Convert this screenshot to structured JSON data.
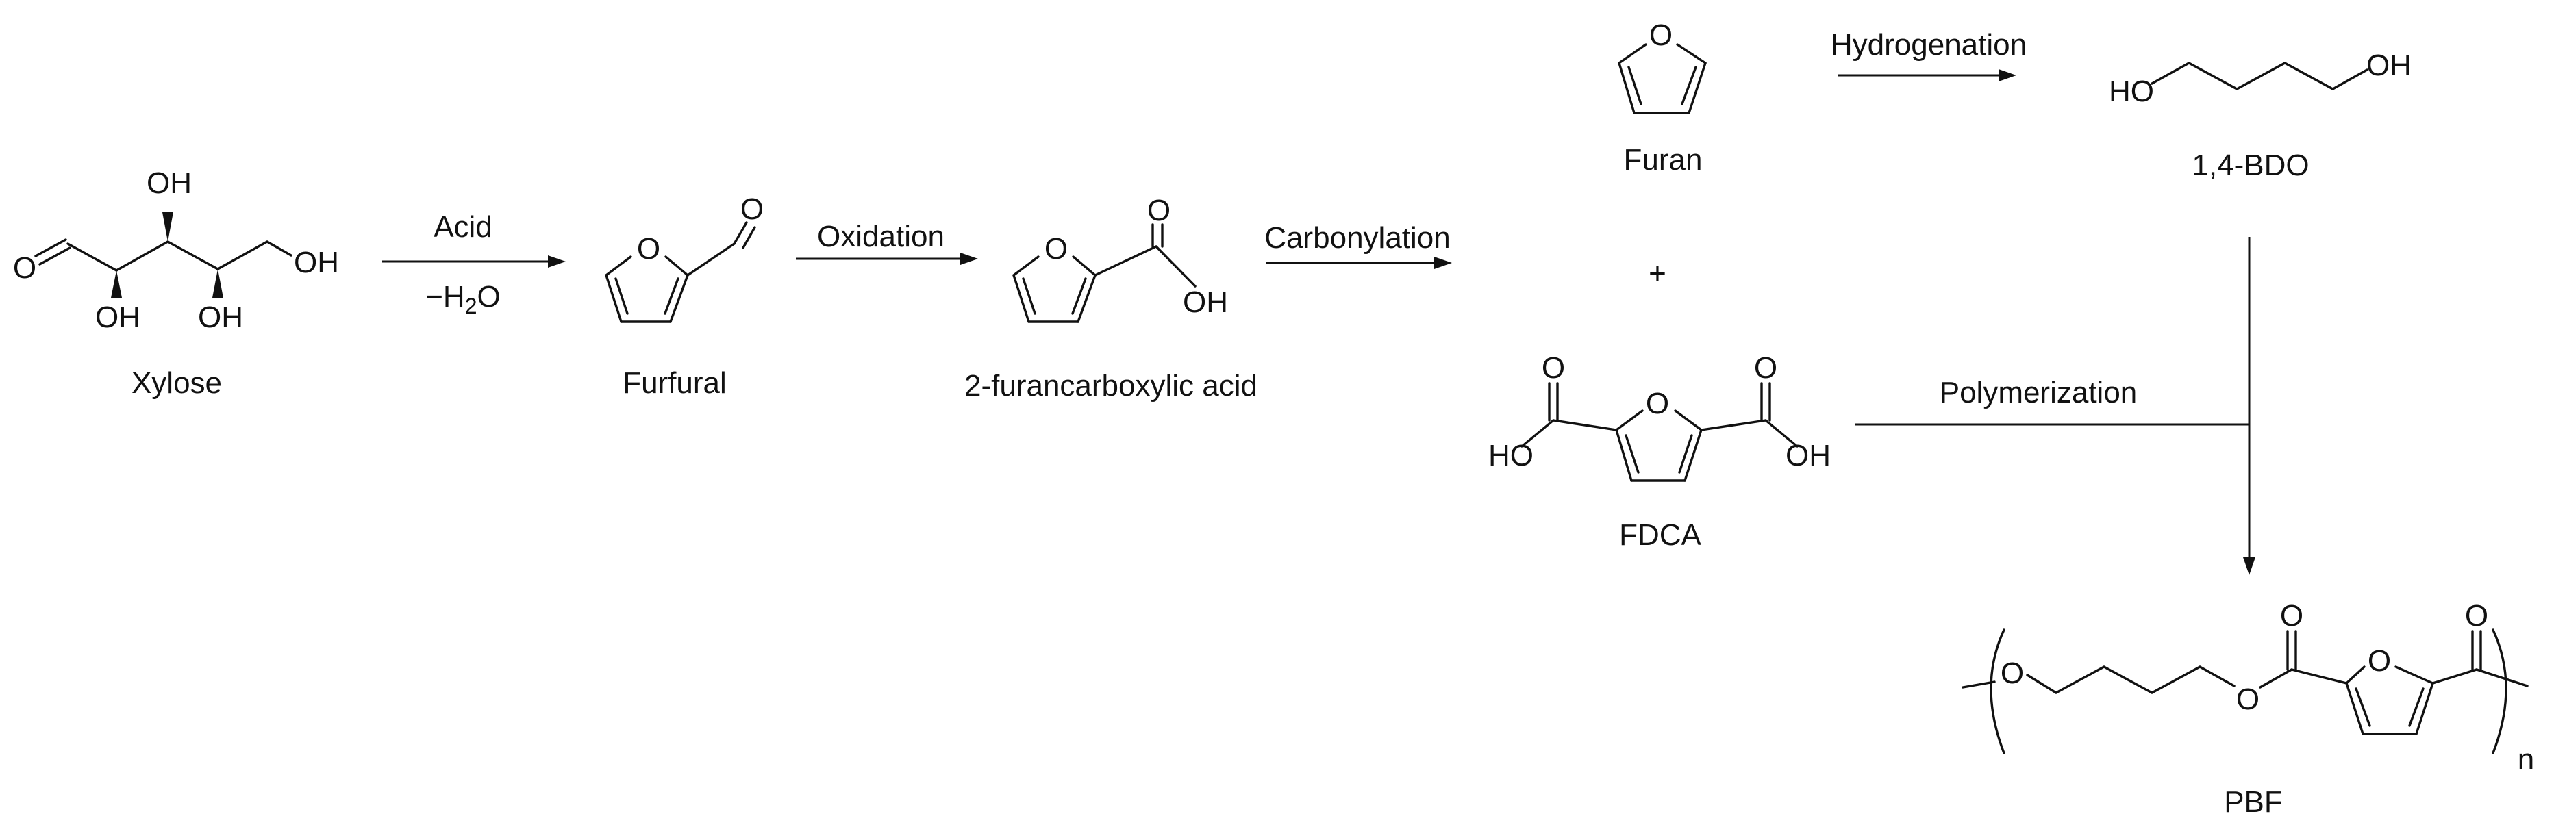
{
  "compounds": {
    "xylose": "Xylose",
    "furfural": "Furfural",
    "furancarboxylic_acid": "2-furancarboxylic acid",
    "furan": "Furan",
    "bdo": "1,4-BDO",
    "fdca": "FDCA",
    "pbf": "PBF"
  },
  "reactions": {
    "acid": "Acid",
    "water_minus": "−H",
    "water_sub": "2",
    "water_o": "O",
    "oxidation": "Oxidation",
    "carbonylation": "Carbonylation",
    "hydrogenation": "Hydrogenation",
    "polymerization": "Polymerization"
  },
  "plus": "+",
  "atoms": {
    "oxygen": "O",
    "hydroxyl": "OH",
    "hydroxyl_left": "HO",
    "repeat_n": "n"
  }
}
